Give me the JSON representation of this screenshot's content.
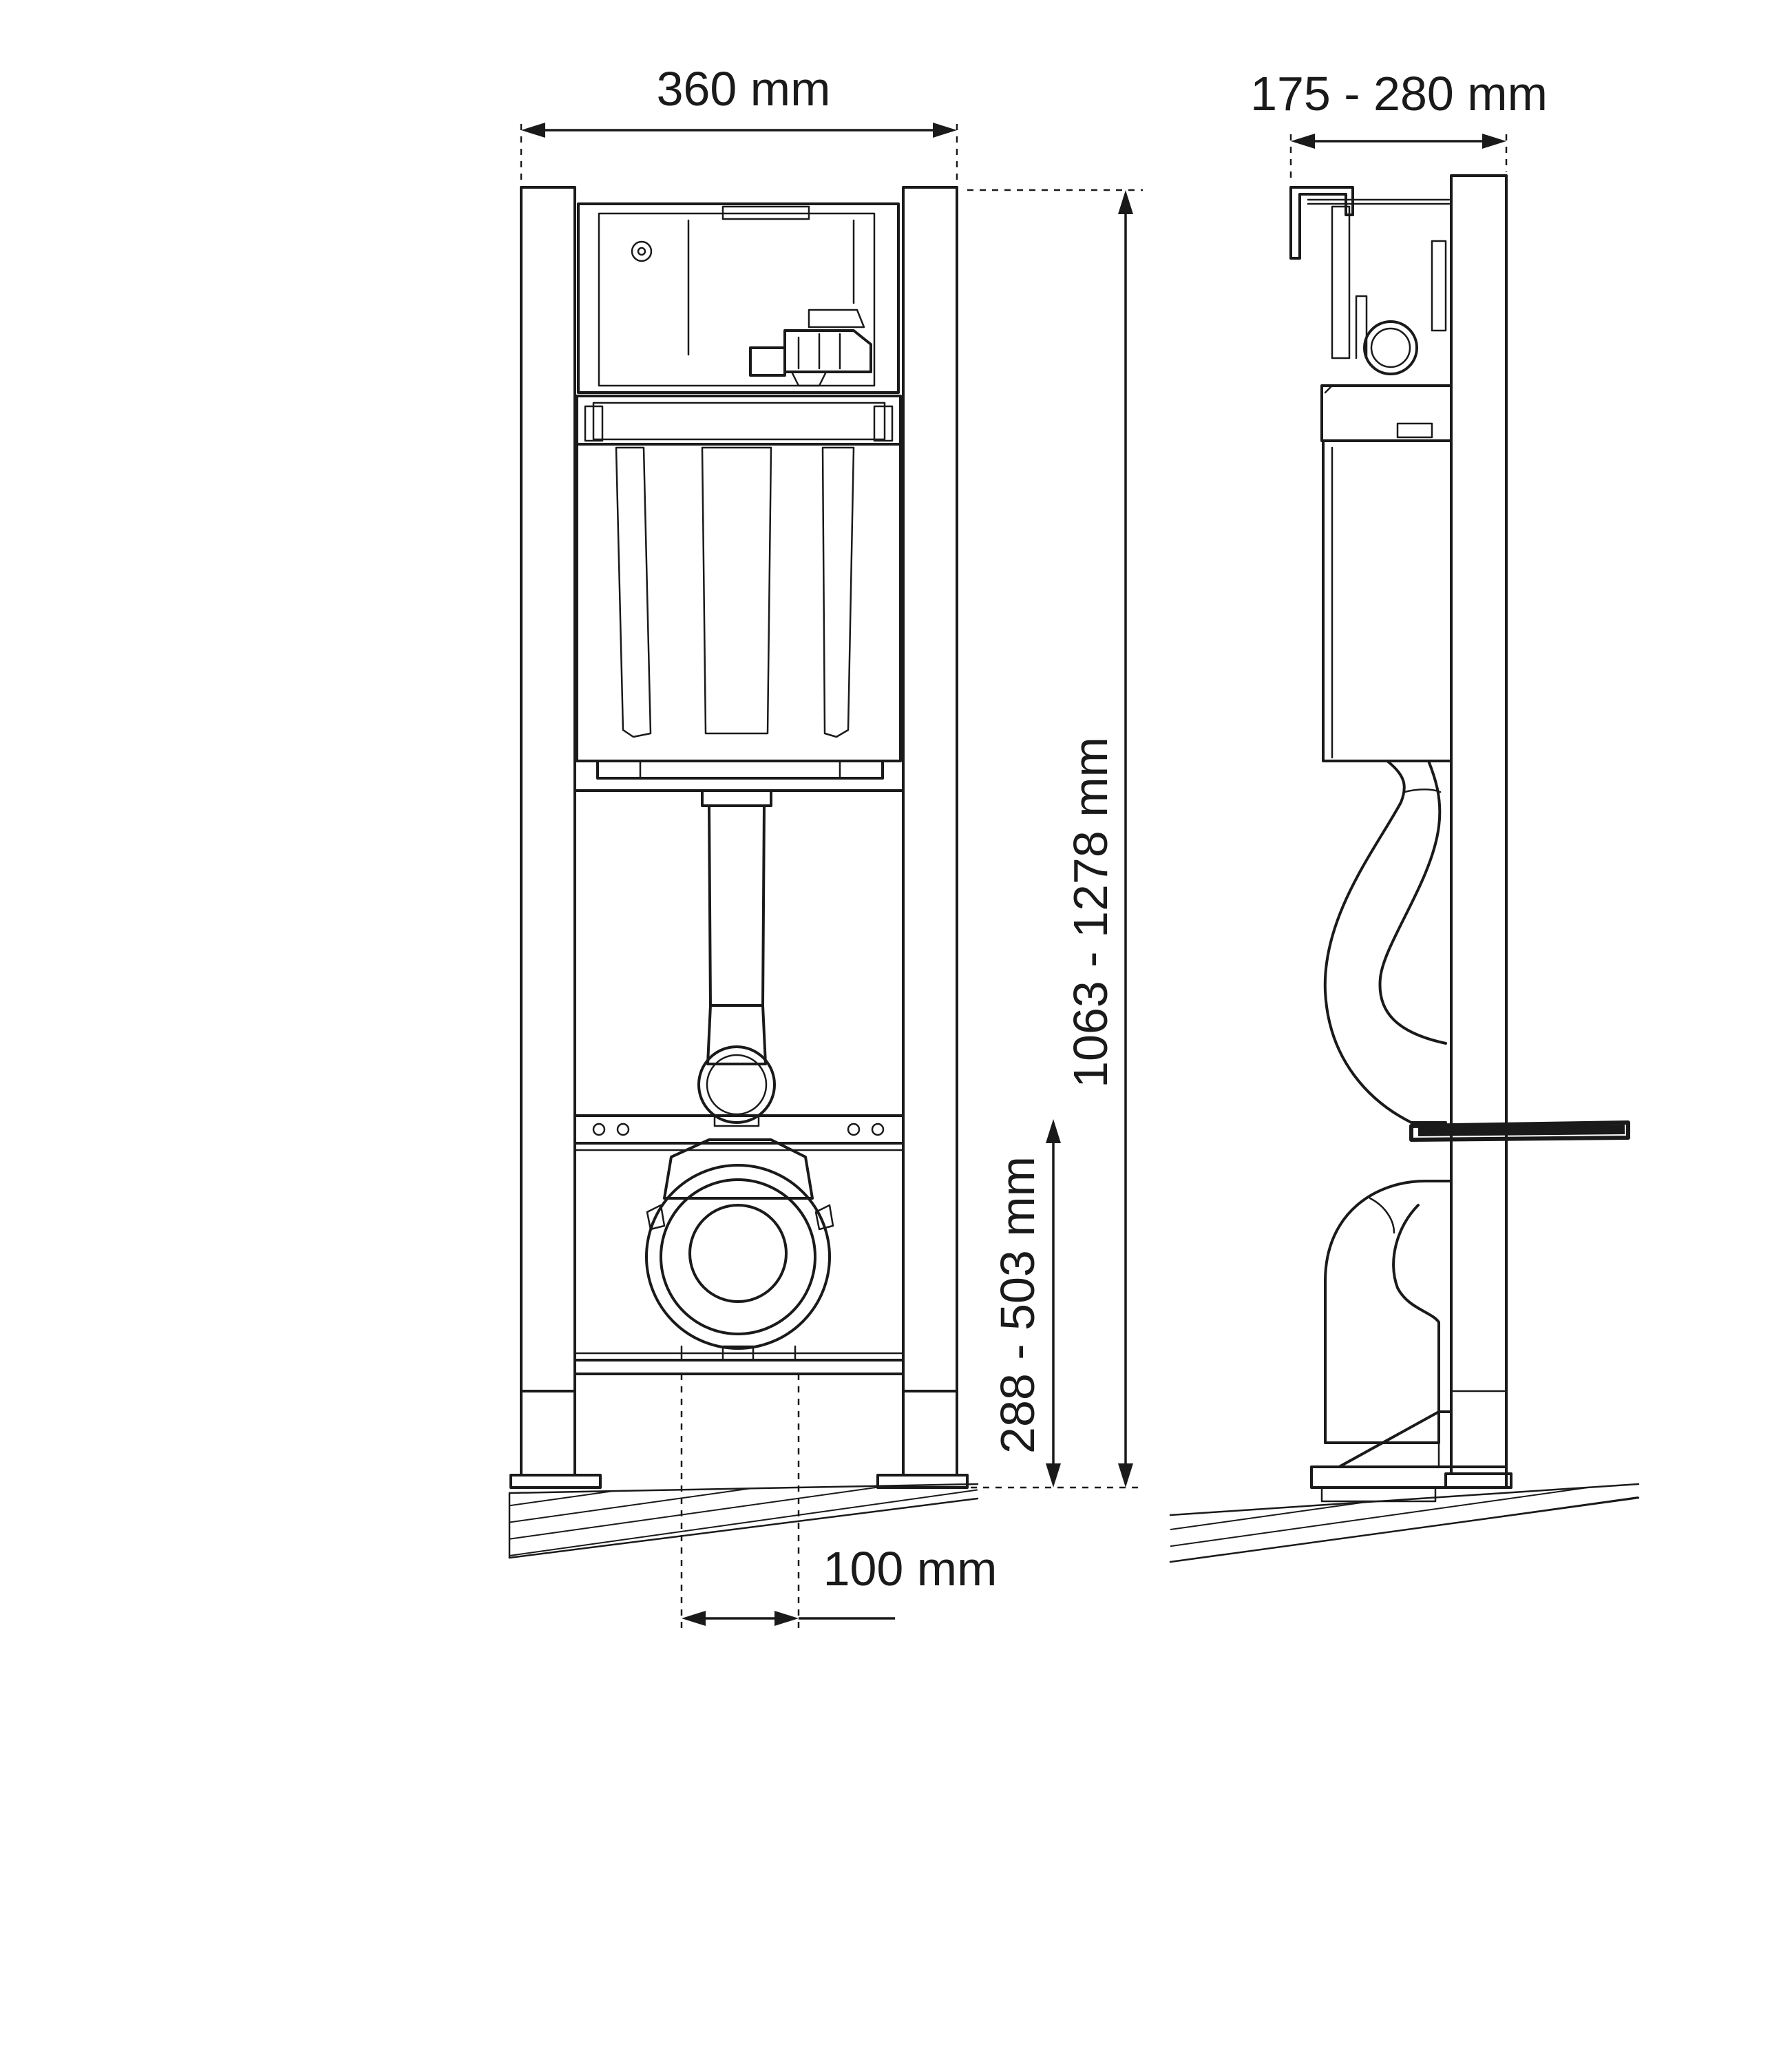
{
  "dimensions": {
    "frame_width": "360 mm",
    "mounting_depth": "175 - 280 mm",
    "frame_height": "1063 - 1278 mm",
    "outlet_height": "288 - 503 mm",
    "outlet_offset": "100 mm"
  }
}
